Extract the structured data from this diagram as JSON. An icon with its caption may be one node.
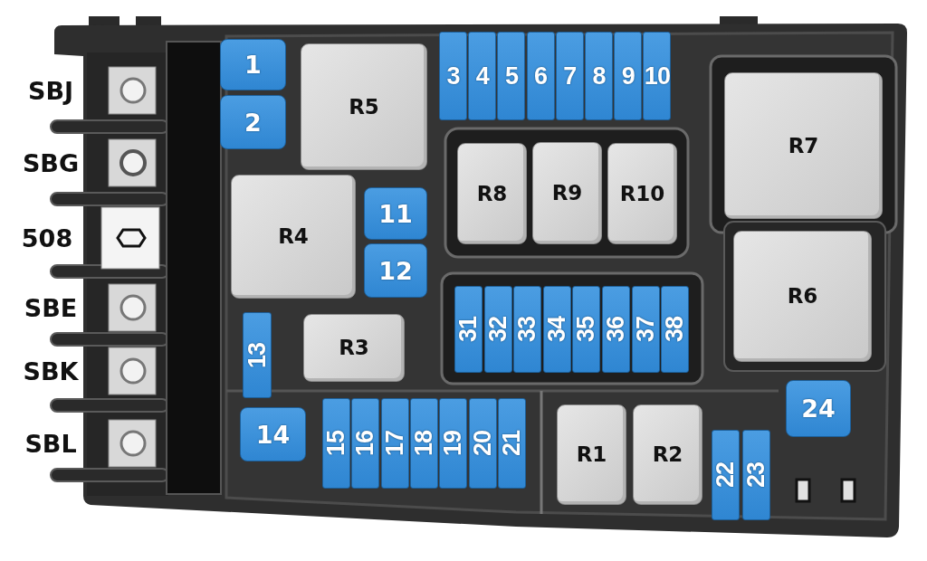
{
  "diagram": {
    "nodes": [
      {
        "text": [
          "1"
        ]
      },
      {
        "text": [
          "R5"
        ]
      },
      {
        "text": [
          "3"
        ]
      },
      {
        "text": [
          "4"
        ]
      },
      {
        "text": [
          "5"
        ]
      },
      {
        "text": [
          "6"
        ]
      },
      {
        "text": [
          "7"
        ]
      },
      {
        "text": [
          "8"
        ]
      },
      {
        "text": [
          "9"
        ]
      },
      {
        "text": [
          "10"
        ]
      },
      {
        "text": [
          "R7"
        ]
      },
      {
        "text": [
          "2"
        ]
      },
      {
        "text": [
          "R8"
        ]
      },
      {
        "text": [
          "R9"
        ]
      },
      {
        "text": [
          "R10"
        ]
      },
      {
        "text": [
          "R4"
        ]
      },
      {
        "text": [
          "11"
        ]
      },
      {
        "text": [
          "R6"
        ]
      },
      {
        "text": [
          "12"
        ]
      },
      {
        "text": [
          "31"
        ]
      },
      {
        "text": [
          "32"
        ]
      },
      {
        "text": [
          "33"
        ]
      },
      {
        "text": [
          "34"
        ]
      },
      {
        "text": [
          "35"
        ]
      },
      {
        "text": [
          "36"
        ]
      },
      {
        "text": [
          "37"
        ]
      },
      {
        "text": [
          "38"
        ]
      },
      {
        "text": [
          "13"
        ]
      },
      {
        "text": [
          "R3"
        ]
      },
      {
        "text": [
          "24"
        ]
      },
      {
        "text": [
          "14"
        ]
      },
      {
        "text": [
          "15"
        ]
      },
      {
        "text": [
          "16"
        ]
      },
      {
        "text": [
          "17"
        ]
      },
      {
        "text": [
          "18"
        ]
      },
      {
        "text": [
          "19"
        ]
      },
      {
        "text": [
          "20"
        ]
      },
      {
        "text": [
          "21"
        ]
      },
      {
        "text": [
          "R1"
        ]
      },
      {
        "text": [
          "R2"
        ]
      },
      {
        "text": [
          "22"
        ]
      },
      {
        "text": [
          "23"
        ]
      }
    ],
    "labels": [
      "SBJ",
      "SBG",
      "508",
      "SBE",
      "SBK",
      "SBL"
    ]
  }
}
